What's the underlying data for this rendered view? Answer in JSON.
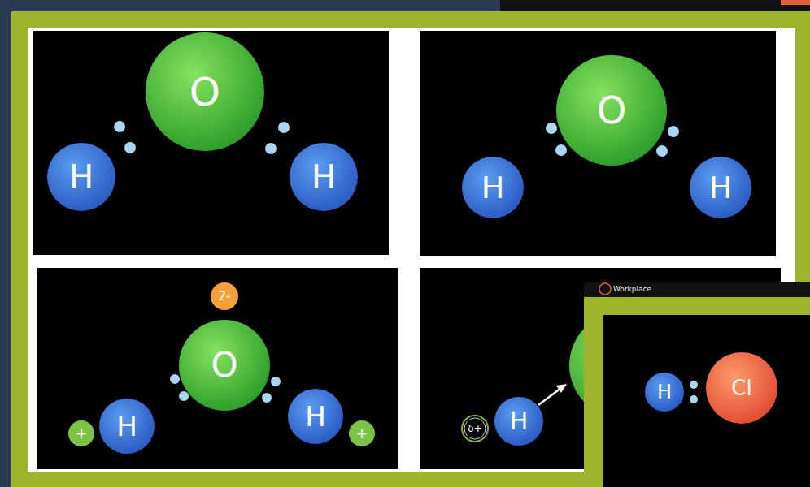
{
  "diagram": {
    "nodes": [
      {
        "text": [
          "O"
        ]
      },
      {
        "text": [
          "H"
        ]
      },
      {
        "text": [
          "H"
        ]
      },
      {
        "text": [
          "O"
        ]
      },
      {
        "text": [
          "H"
        ]
      },
      {
        "text": [
          "H"
        ]
      },
      {
        "text": [
          "2-"
        ]
      },
      {
        "text": [
          "O"
        ]
      },
      {
        "text": [
          "+"
        ]
      },
      {
        "text": [
          "H"
        ]
      },
      {
        "text": [
          "H"
        ]
      },
      {
        "text": [
          "+"
        ]
      },
      {
        "text": [
          "δ+"
        ]
      },
      {
        "text": [
          "H"
        ]
      },
      {
        "text": [
          "H"
        ]
      },
      {
        "text": [
          "Cl"
        ]
      }
    ],
    "labels": [
      "Workplace"
    ]
  }
}
